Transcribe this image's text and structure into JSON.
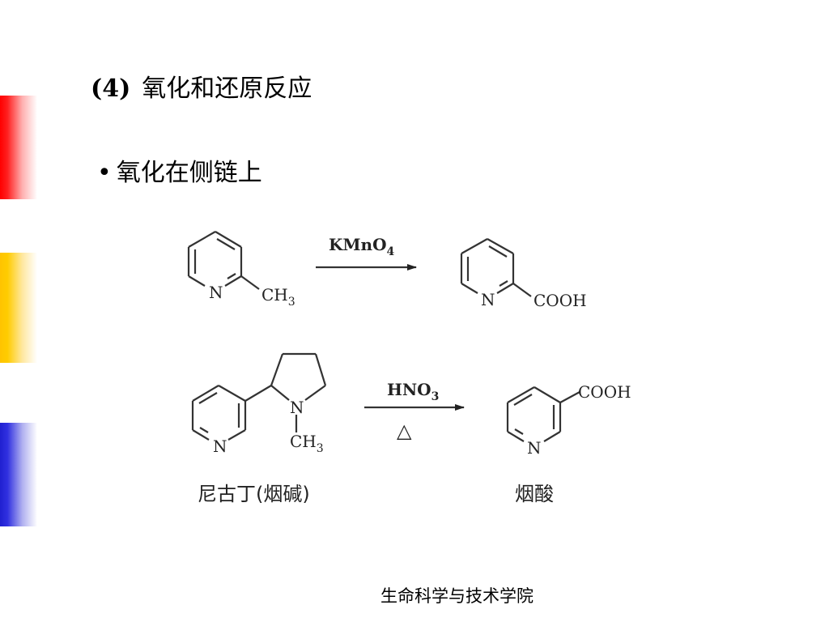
{
  "slide": {
    "section_number": "(4)",
    "title": "氧化和还原反应",
    "bullet": "氧化在侧链上",
    "footer": "生命科学与技术学院"
  },
  "reaction1": {
    "reactant_substituent": "CH3",
    "reactant_ring_atom": "N",
    "reagent": "KMnO4",
    "product_substituent": "COOH",
    "product_ring_atom": "N"
  },
  "reaction2": {
    "reactant_ring_atom": "N",
    "pyrrolidine_atom": "N",
    "n_substituent": "CH3",
    "reagent": "HNO3",
    "condition": "△",
    "product_substituent": "COOH",
    "product_ring_atom": "N",
    "reactant_name": "尼古丁(烟碱)",
    "product_name": "烟酸"
  },
  "colors": {
    "bar_red": "#ff0000",
    "bar_yellow": "#ffc400",
    "bar_blue": "#2020d0"
  }
}
